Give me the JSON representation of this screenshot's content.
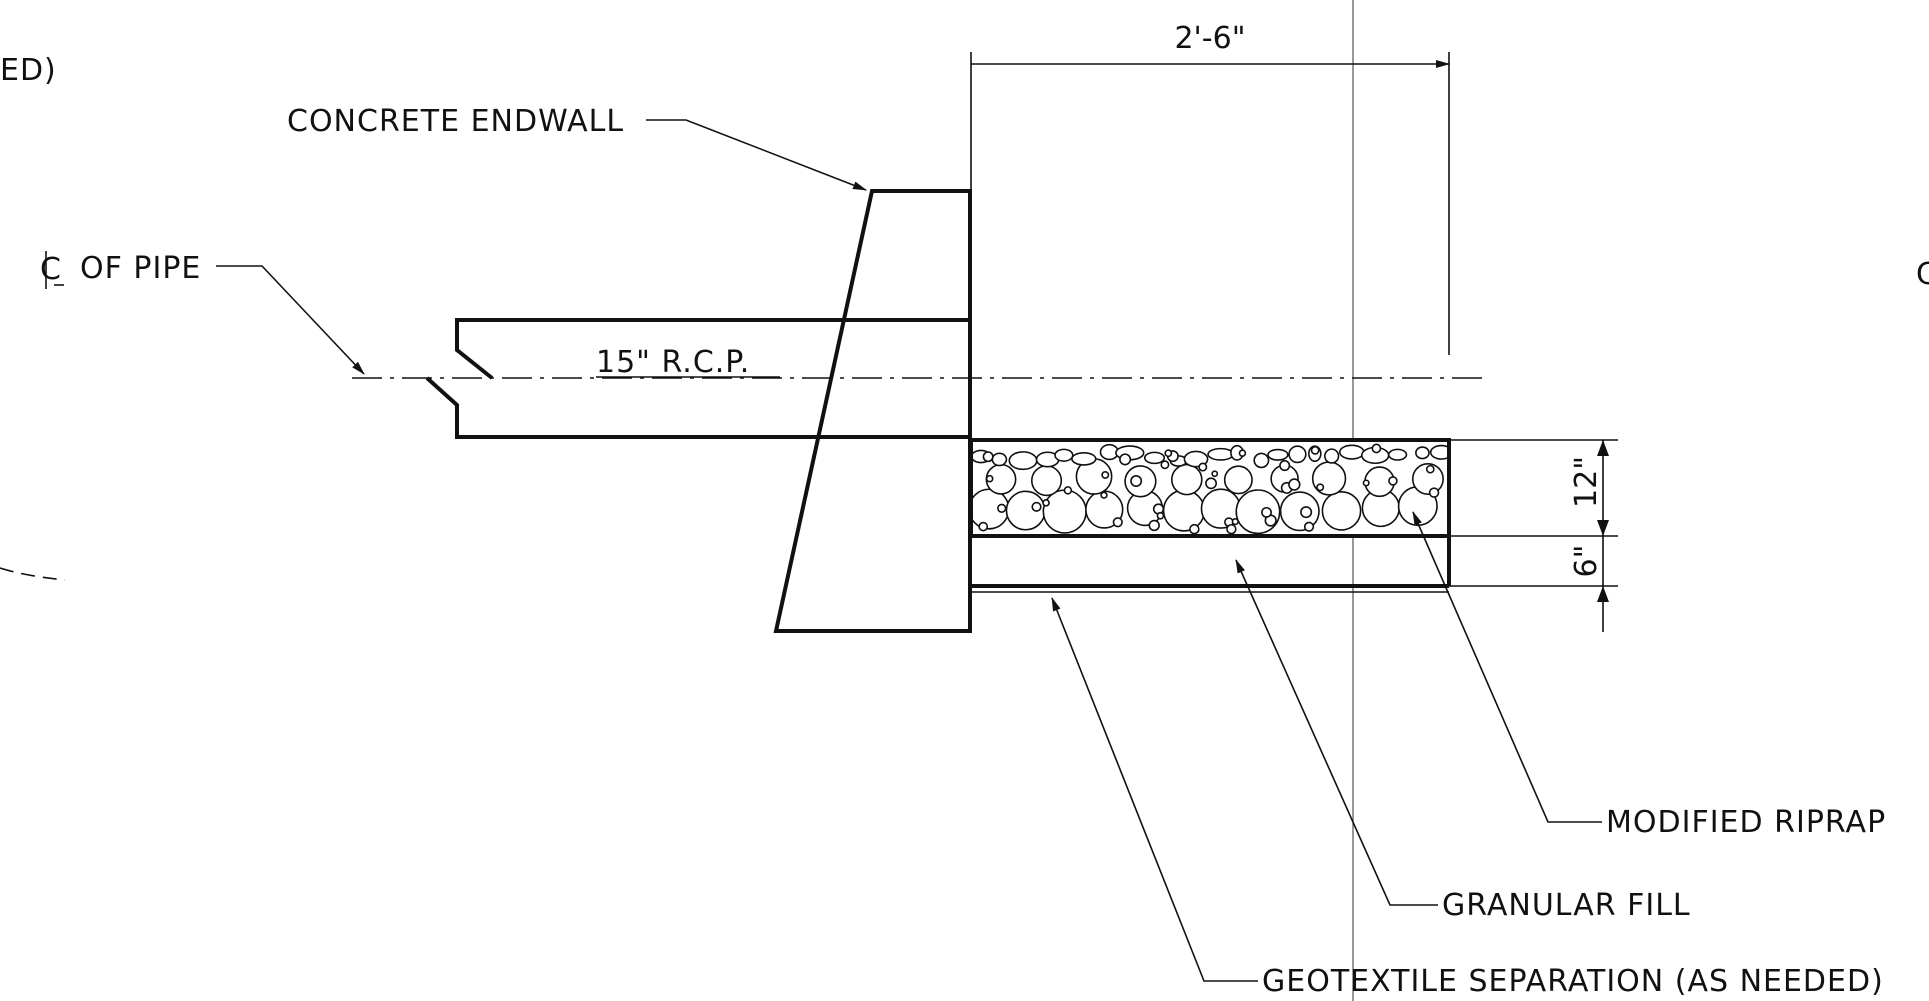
{
  "labels": {
    "left_partial": "ED)",
    "concrete_endwall": "CONCRETE  ENDWALL",
    "cl_of_pipe": "OF  PIPE",
    "pipe": "15\" R.C.P.",
    "modified_riprap": "MODIFIED  RIPRAP",
    "granular_fill": "GRANULAR  FILL",
    "geotextile": "GEOTEXTILE  SEPARATION  (AS  NEEDED)"
  },
  "dimensions": {
    "width": "2'-6\"",
    "riprap_thickness": "12\"",
    "fill_thickness": "6\""
  },
  "icons": {
    "centerline": "centerline-icon"
  }
}
